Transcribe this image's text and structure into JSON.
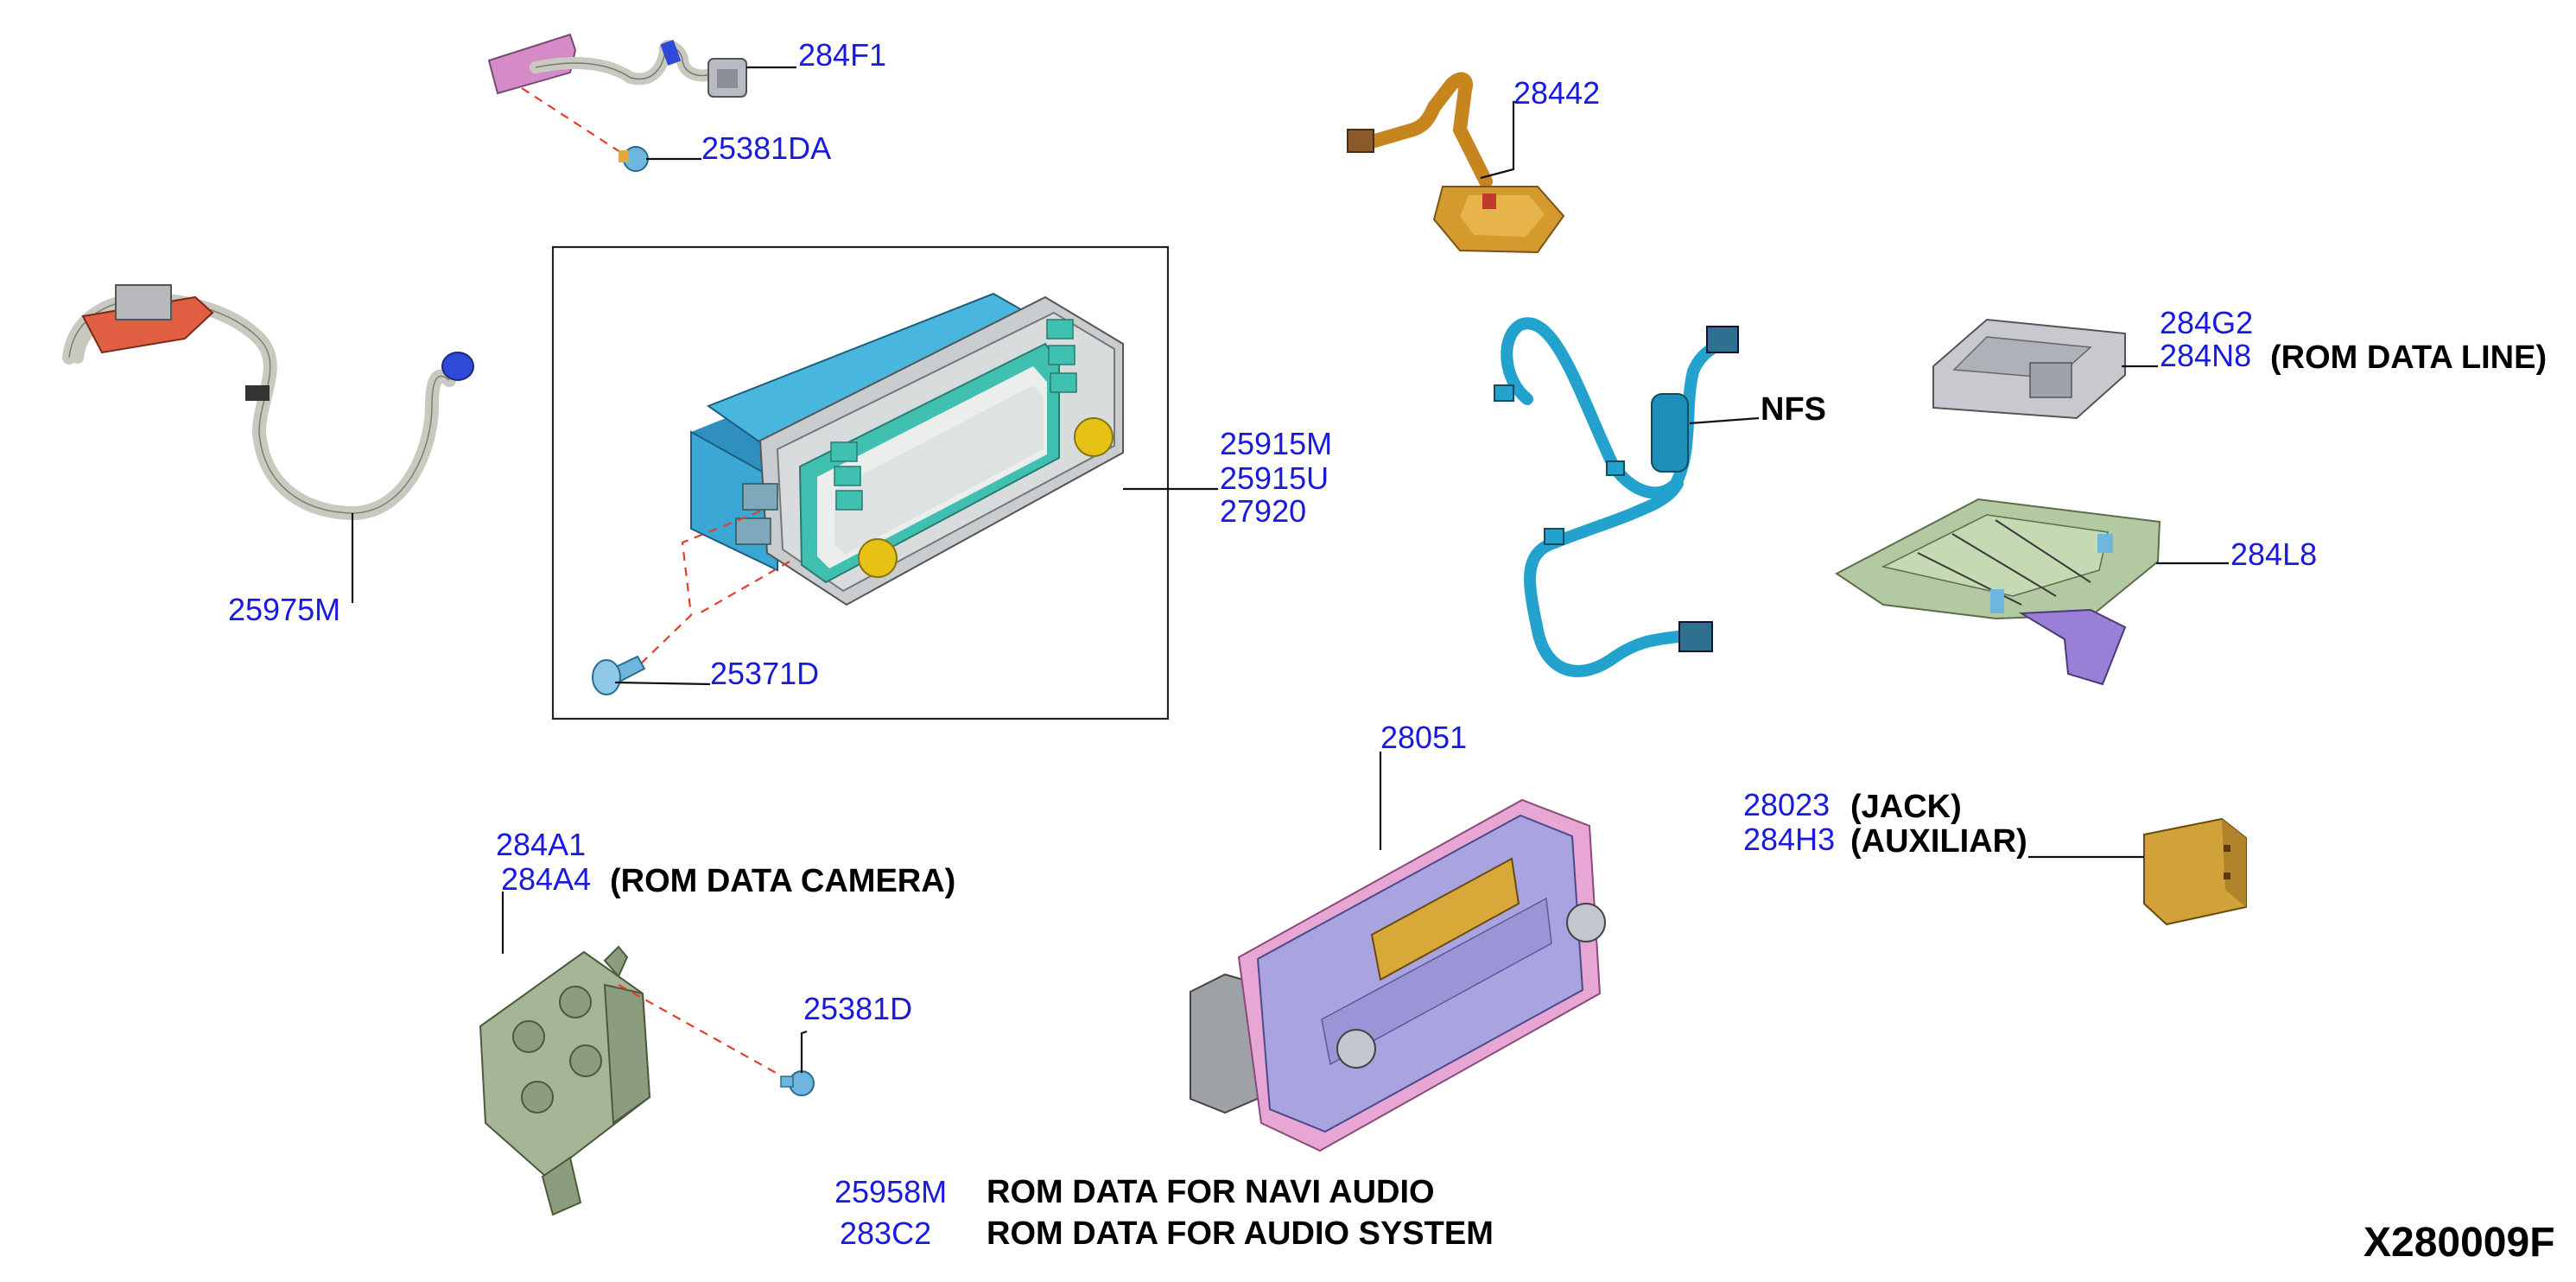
{
  "diagram_code": "X280009F",
  "labels": {
    "p284F1": "284F1",
    "p25381DA": "25381DA",
    "p28442": "28442",
    "p25975M": "25975M",
    "p25915M": "25915M",
    "p25915U": "25915U",
    "p27920": "27920",
    "p25371D": "25371D",
    "nfs": "NFS",
    "p284G2": "284G2",
    "p284N8": "284N8",
    "rom_data_line": "(ROM DATA LINE)",
    "p284L8": "284L8",
    "p28051": "28051",
    "p28023": "28023",
    "jack": "(JACK)",
    "p284H3": "284H3",
    "auxiliar": "(AUXILIAR)",
    "p284A1": "284A1",
    "p284A4": "284A4",
    "rom_data_camera": "(ROM DATA CAMERA)",
    "p25381D": "25381D",
    "p25958M": "25958M",
    "rom_navi": "ROM DATA FOR NAVI AUDIO",
    "p283C2": "283C2",
    "rom_audio": "ROM DATA FOR AUDIO SYSTEM"
  },
  "colors": {
    "part_number": "#1a1adf",
    "bracket_pink": "#d58bc8",
    "harness_grey": "#c9c9c0",
    "connector_blue": "#2f49d8",
    "screw_blue": "#6fb6df",
    "antenna_orange": "#c7851e",
    "nav_unit_blue": "#3aa7d4",
    "nav_face_silver": "#d8dcdc",
    "knob_yellow": "#e6c214",
    "cable_teal": "#23a2cd",
    "ecu_grey": "#c7c9cf",
    "bezel_green": "#b3c9a1",
    "bezel_purple": "#9a7fd6",
    "radio_pink": "#e7a6d4",
    "radio_face_lilac": "#a9a4e0",
    "display_amber": "#d8a838",
    "jack_amber": "#d1a13a",
    "camera_unit_green": "#a6b595",
    "leader_line": "#111111",
    "dashed_line": "#e0402a"
  },
  "icons": [
    "connector-icon",
    "screw-icon",
    "antenna-icon",
    "harness-icon",
    "navi-unit-icon",
    "ecu-icon",
    "bezel-icon",
    "audio-unit-icon",
    "aux-jack-icon",
    "camera-unit-icon"
  ]
}
